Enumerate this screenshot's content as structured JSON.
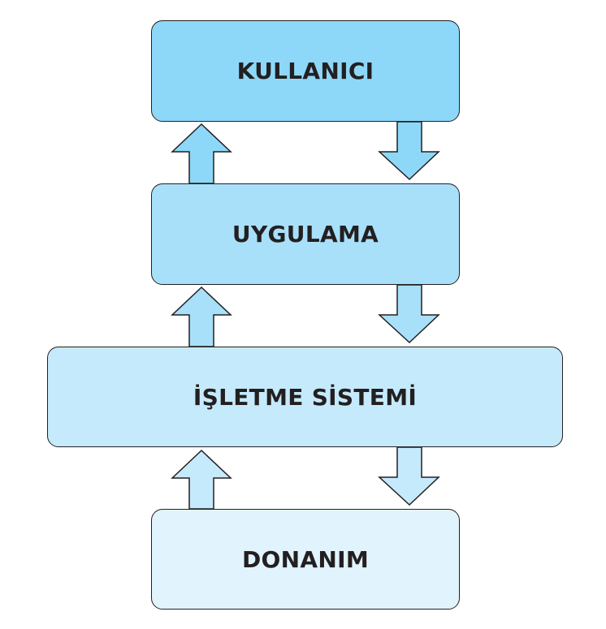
{
  "layers": [
    {
      "id": "kullanici",
      "label": "KULLANICI",
      "color": "#8dd8f8"
    },
    {
      "id": "uygulama",
      "label": "UYGULAMA",
      "color": "#a8e0fa"
    },
    {
      "id": "isletme",
      "label": "İŞLETME SİSTEMİ",
      "color": "#c5eafc"
    },
    {
      "id": "donanim",
      "label": "DONANIM",
      "color": "#e1f4fd"
    }
  ],
  "connectors": [
    {
      "from": "uygulama",
      "to": "kullanici",
      "direction": "up"
    },
    {
      "from": "kullanici",
      "to": "uygulama",
      "direction": "down"
    },
    {
      "from": "isletme",
      "to": "uygulama",
      "direction": "up"
    },
    {
      "from": "uygulama",
      "to": "isletme",
      "direction": "down"
    },
    {
      "from": "donanim",
      "to": "isletme",
      "direction": "up"
    },
    {
      "from": "isletme",
      "to": "donanim",
      "direction": "down"
    }
  ],
  "colors": {
    "outline": "#231f20",
    "text": "#231f20"
  }
}
